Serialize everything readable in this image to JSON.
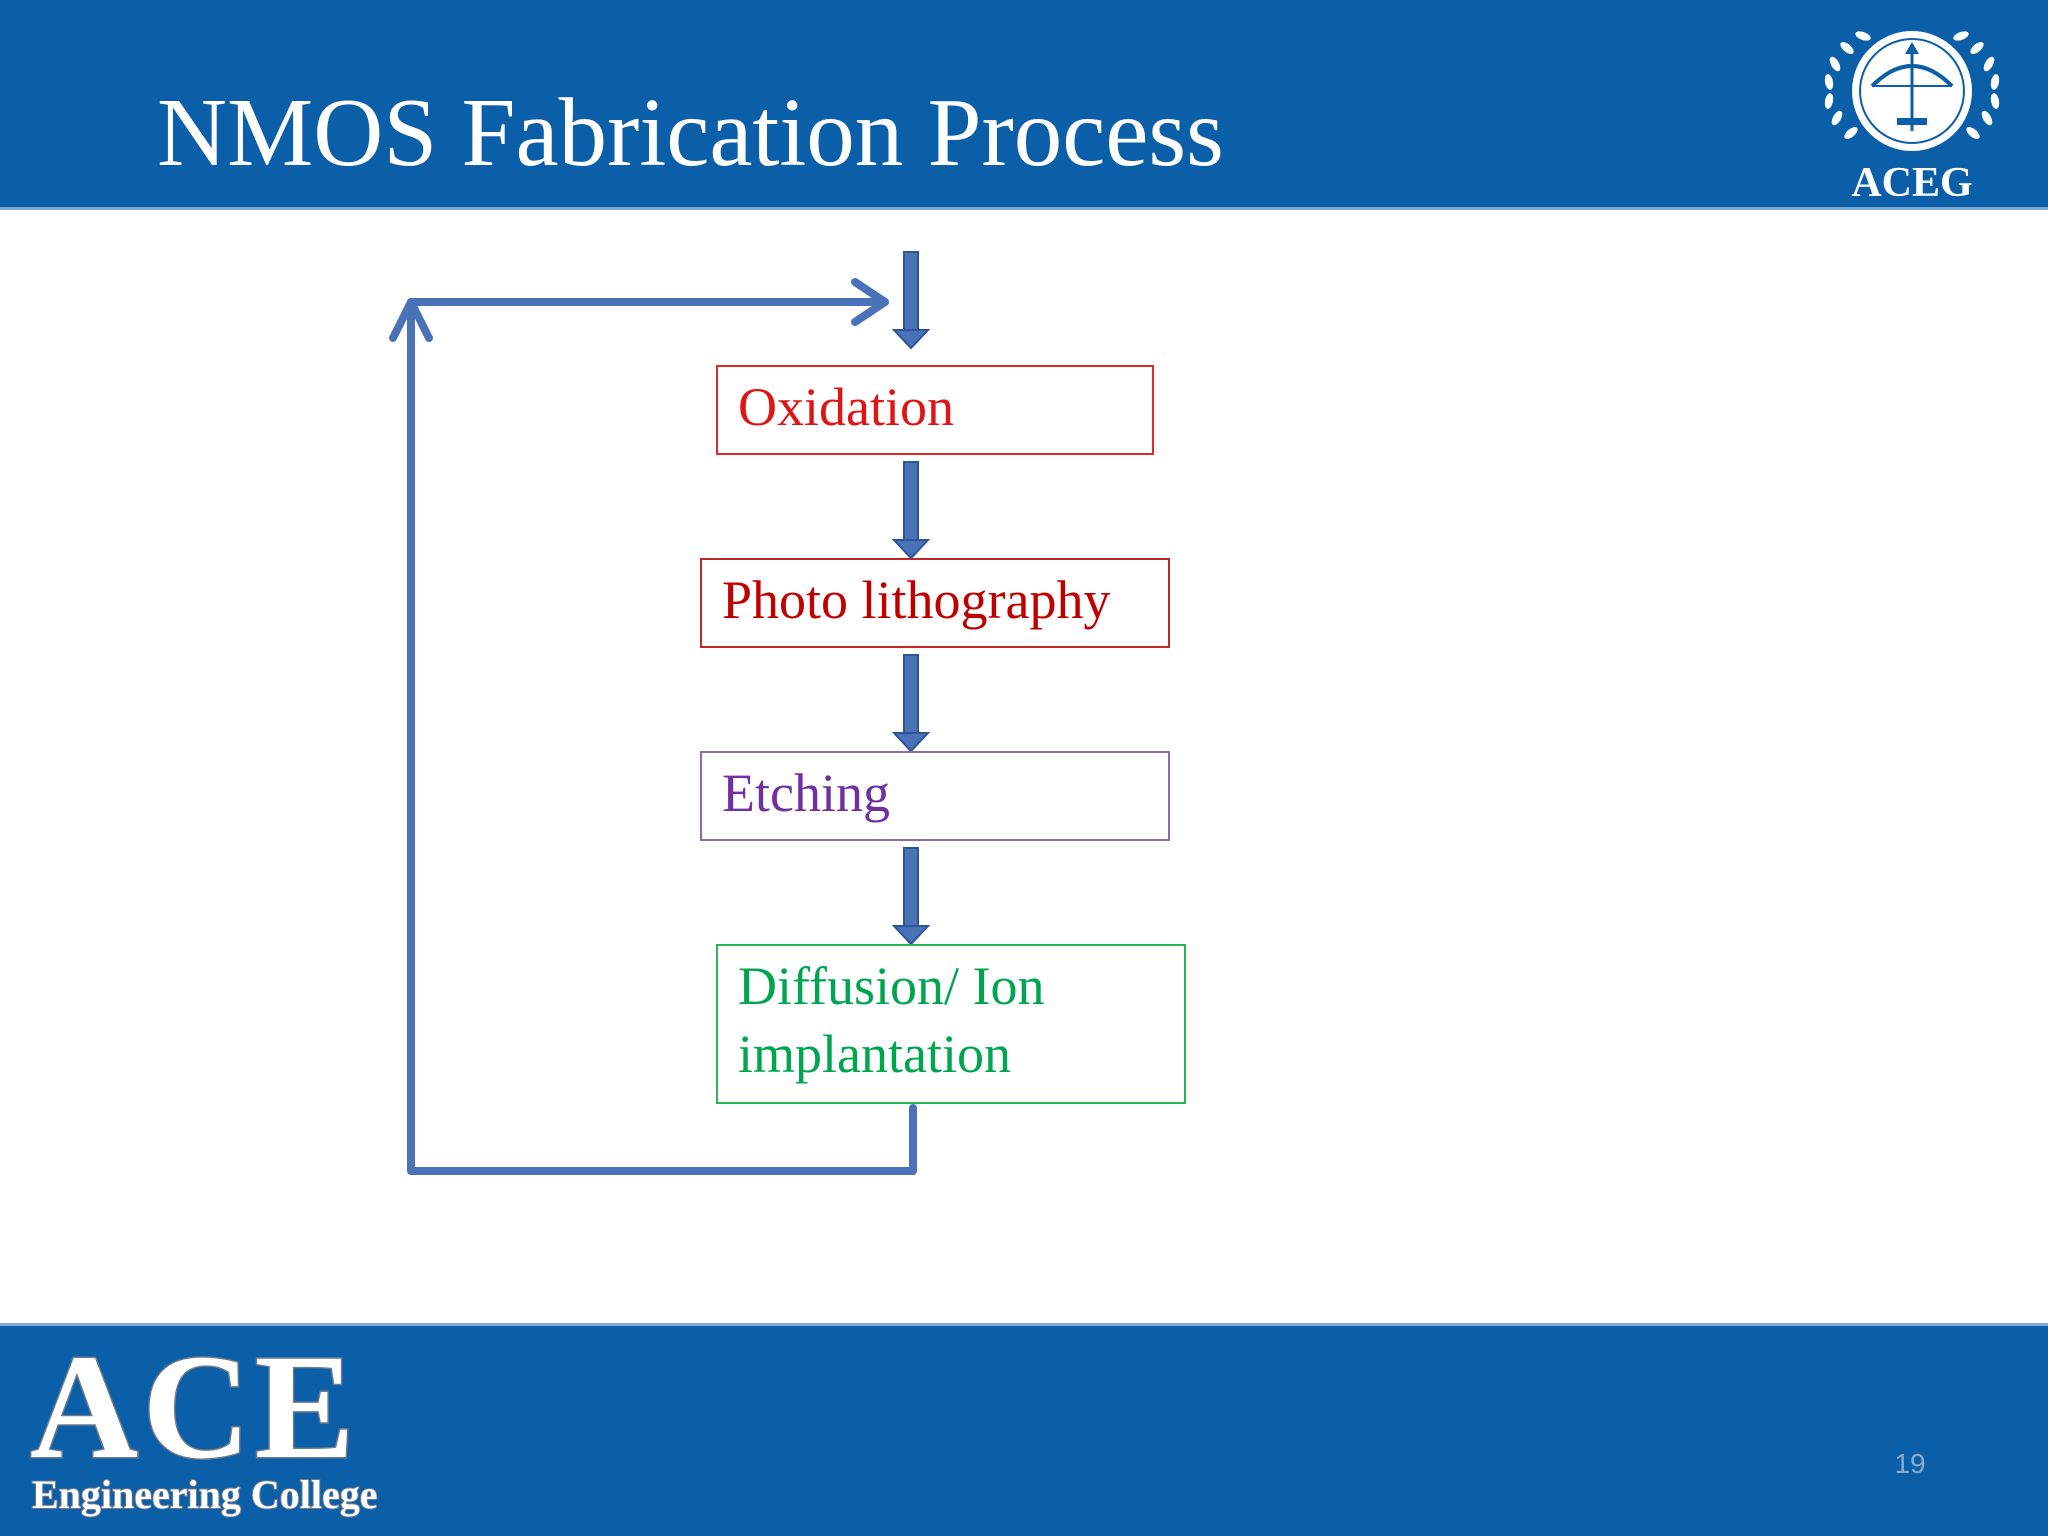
{
  "slide": {
    "title": "NMOS Fabrication Process",
    "number": "19"
  },
  "header_logo": {
    "text": "ACEG",
    "icon": "bow-and-arrow-emblem-with-laurel-wreath"
  },
  "footer_logo": {
    "line1": "ACE",
    "line2": "Engineering College"
  },
  "flowchart": {
    "steps": [
      {
        "label": "Oxidation",
        "color": "#e01414"
      },
      {
        "label": "Photo lithography",
        "color": "#c00000"
      },
      {
        "label": "Etching",
        "color": "#7030a0"
      },
      {
        "label": "Diffusion/ Ion implantation",
        "color": "#00a550"
      }
    ],
    "arrow_color": "#4a72b8"
  },
  "colors": {
    "header_background": "#0b5ea8",
    "footer_background": "#0b5ea8"
  }
}
